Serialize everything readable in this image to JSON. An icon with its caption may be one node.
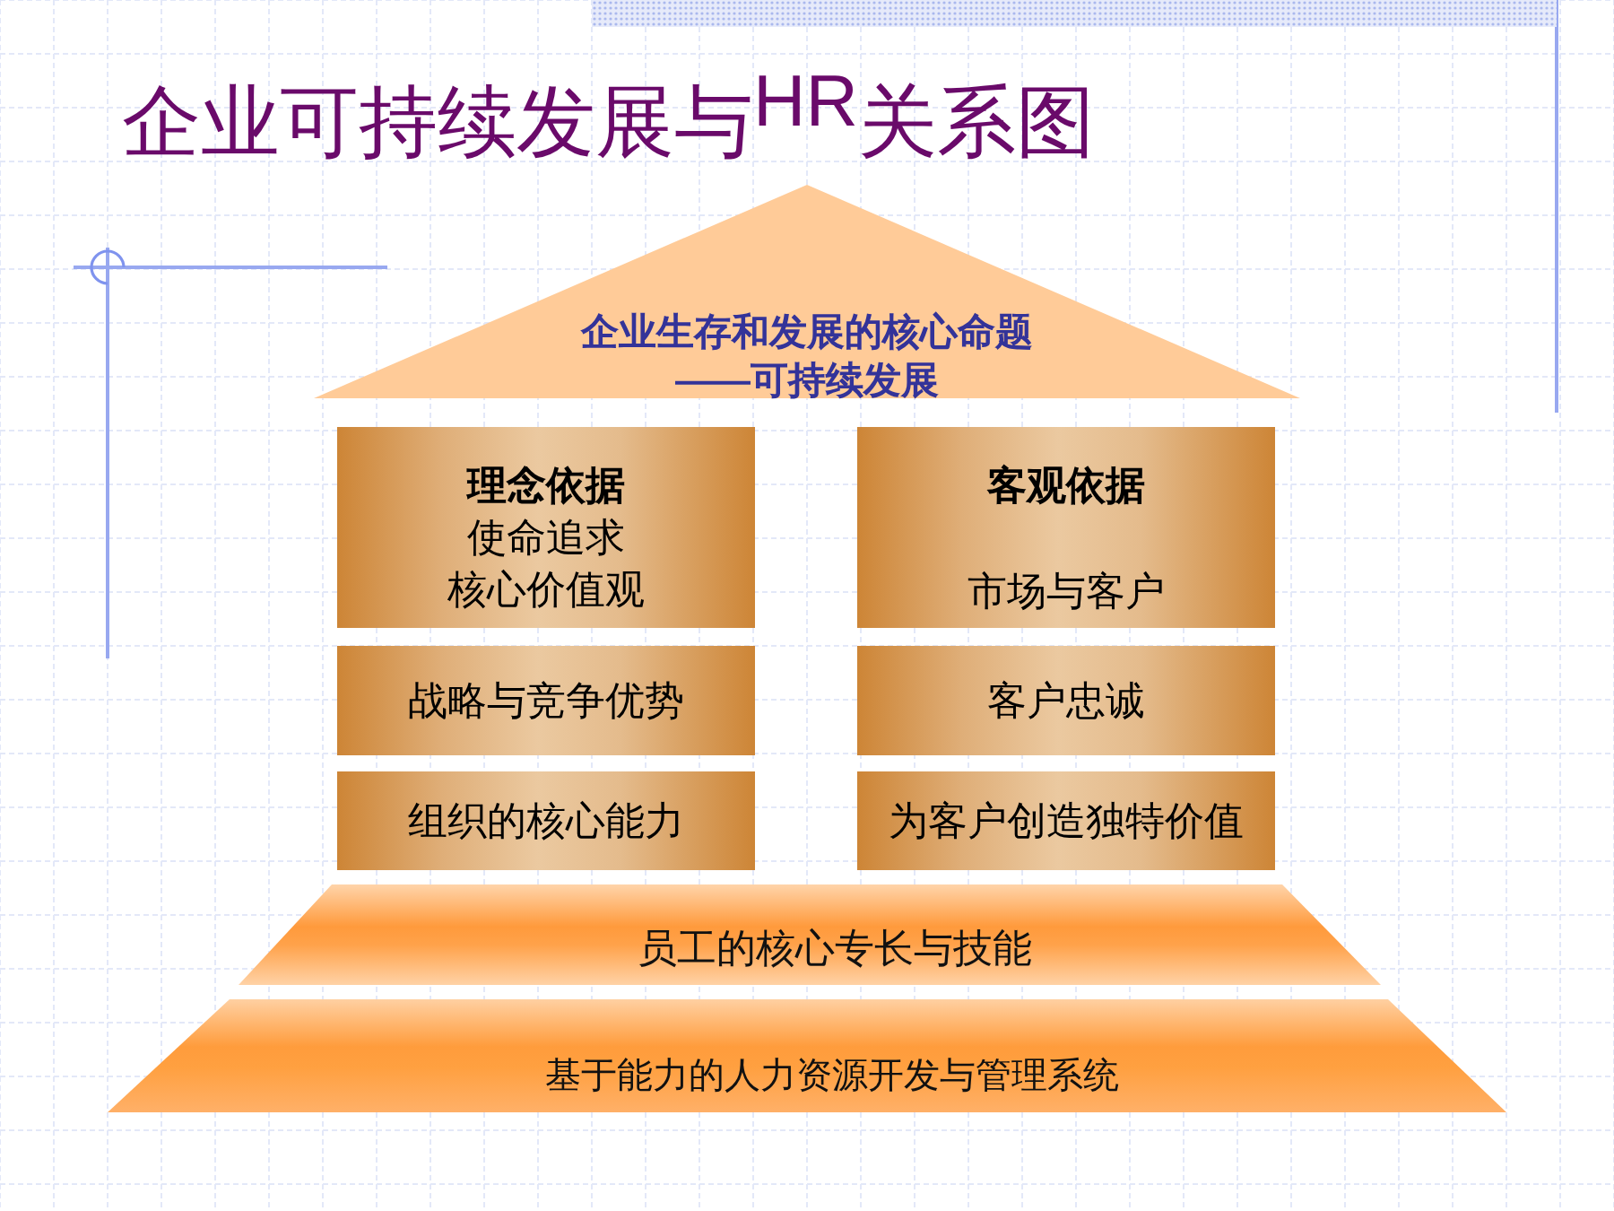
{
  "diagram": {
    "title": "企业可持续发展与$^{HR}$关系图",
    "nodes": [
      {
        "text": [],
        "shape": "bar"
      },
      {
        "text": [
          "企业生存和发展的核心命题——可持续发展"
        ]
      },
      {
        "text": [
          "理念依据",
          "使命追求",
          "核心价值观"
        ]
      },
      {
        "text": [
          "客观依据",
          "市场与客户"
        ]
      },
      {
        "text": [
          "战略与竞争优势"
        ]
      },
      {
        "text": [
          "客户忠诚"
        ]
      },
      {
        "text": [
          "组织的核心能力"
        ]
      },
      {
        "text": [
          "为客户创造独特价值"
        ]
      },
      {
        "text": [
          "员工的核心专长与技能"
        ]
      },
      {
        "text": [
          "基于能力的人力资源开发与管理系统"
        ]
      }
    ]
  }
}
